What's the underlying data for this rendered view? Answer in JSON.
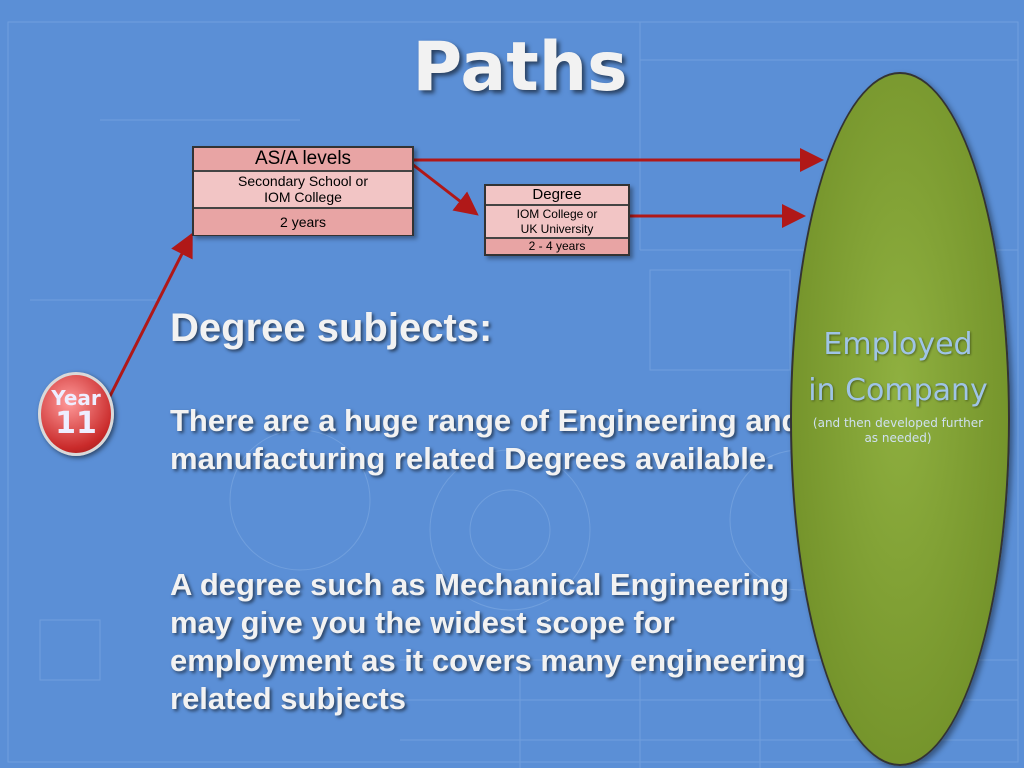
{
  "title": "Paths",
  "box_as": {
    "heading": "AS/A levels",
    "location_line1": "Secondary School or",
    "location_line2": "IOM College",
    "duration": "2 years"
  },
  "box_degree": {
    "heading": "Degree",
    "location_line1": "IOM College or",
    "location_line2": "UK University",
    "duration": "2 - 4 years"
  },
  "year_badge": {
    "label": "Year",
    "number": "11"
  },
  "heading": "Degree subjects:",
  "paragraph1": "There are a huge range of Engineering and manufacturing related Degrees available.",
  "paragraph2": "A degree such as Mechanical Engineering may give you the widest scope for employment as it covers many engineering related subjects",
  "employed": {
    "line1": "Employed",
    "line2": "in Company",
    "sub1": "(and then developed further",
    "sub2": "as needed)"
  },
  "colors": {
    "background": "#5b8fd6",
    "box_fill": "#e8a4a4",
    "ellipse_fill": "#76952c",
    "arrow": "#b01818"
  }
}
